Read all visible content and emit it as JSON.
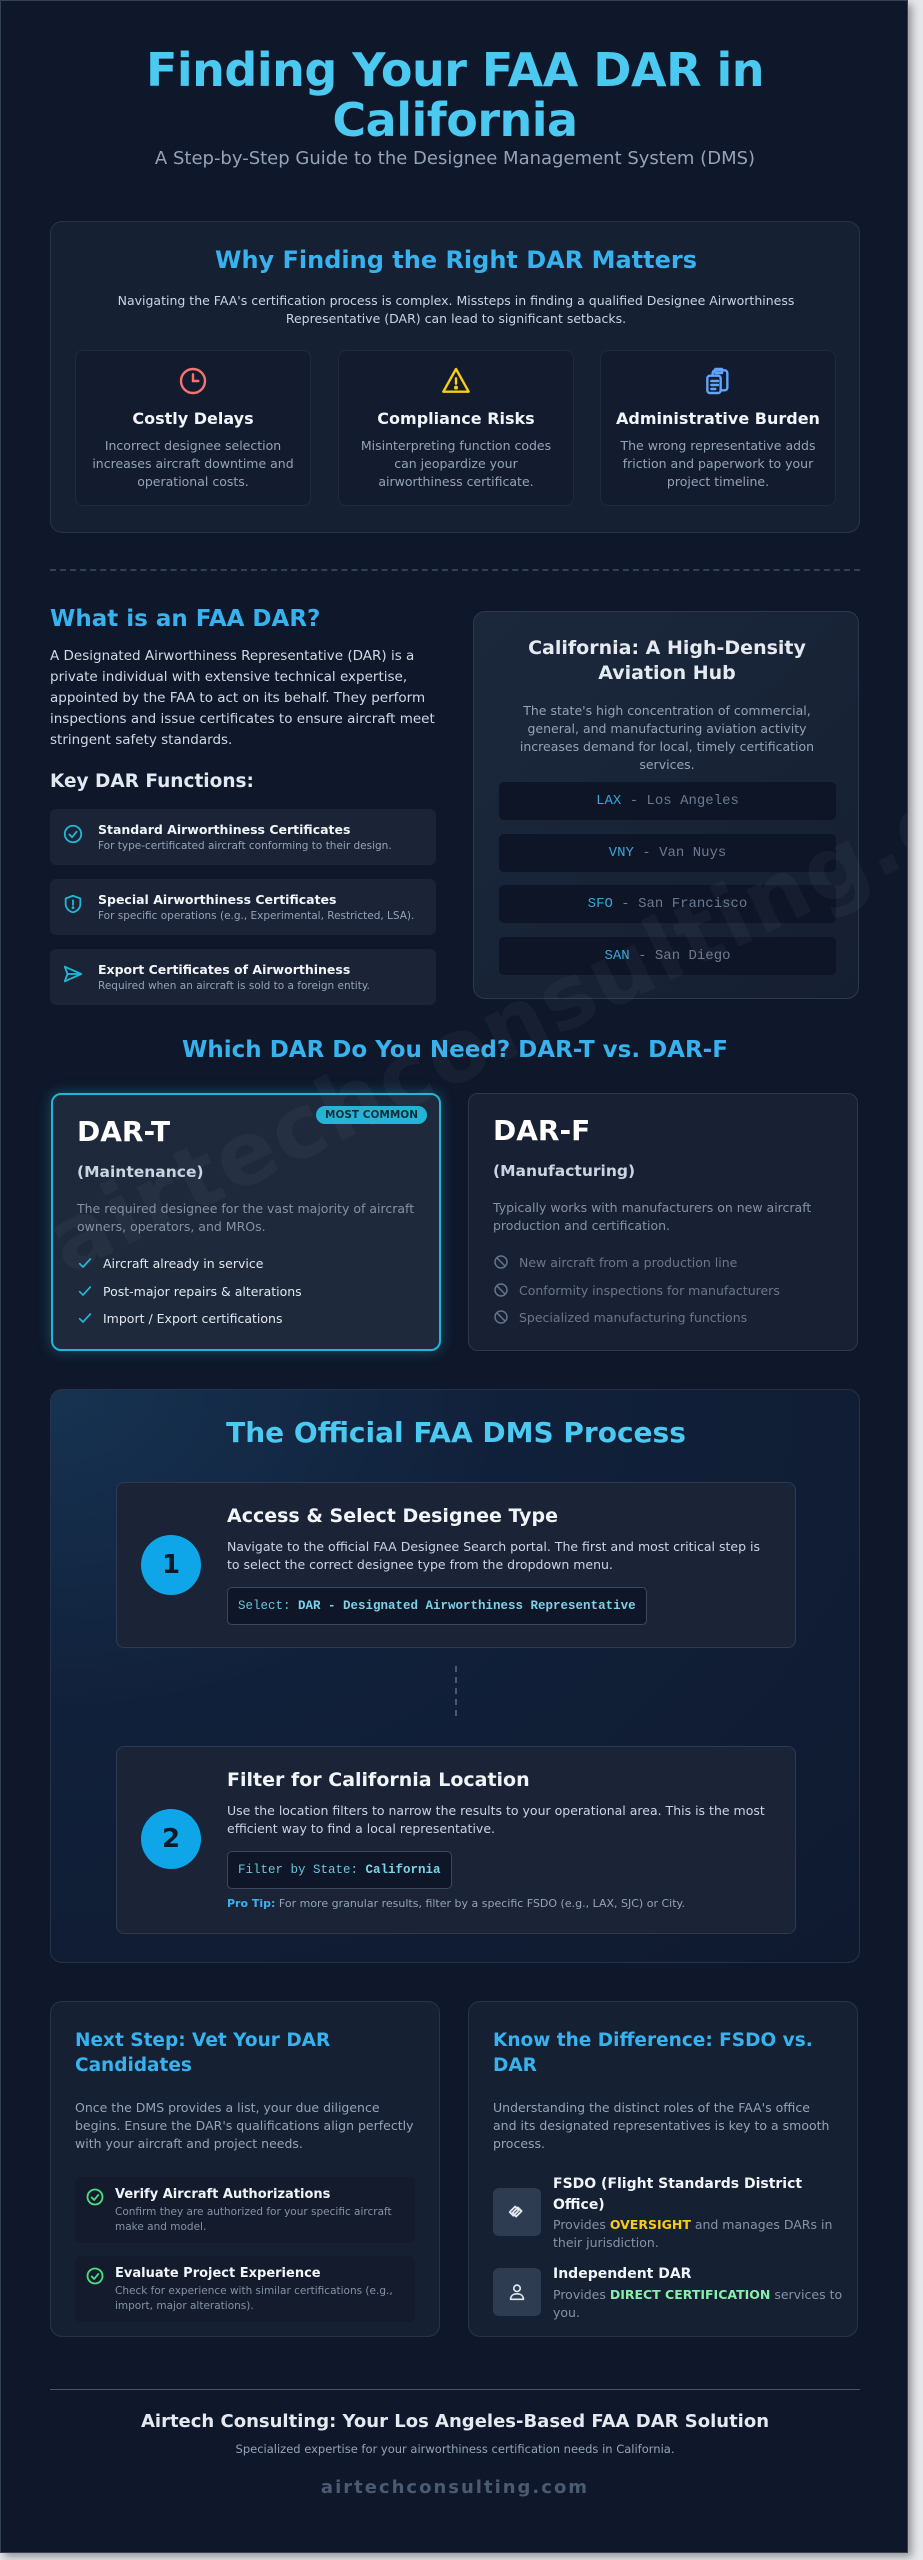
{
  "header": {
    "title": "Finding Your FAA DAR in California",
    "subtitle": "A Step-by-Step Guide to the Designee Management System (DMS)"
  },
  "why": {
    "title": "Why Finding the Right DAR Matters",
    "description": "Navigating the FAA's certification process is complex. Missteps in finding a qualified Designee Airworthiness Representative (DAR) can lead to significant setbacks.",
    "cards": [
      {
        "icon": "clock-icon",
        "color": "#f87171",
        "title": "Costly Delays",
        "text": "Incorrect designee selection increases aircraft downtime and operational costs."
      },
      {
        "icon": "warning-triangle-icon",
        "color": "#facc15",
        "title": "Compliance Risks",
        "text": "Misinterpreting function codes can jeopardize your airworthiness certificate."
      },
      {
        "icon": "clipboard-icon",
        "color": "#60a5fa",
        "title": "Administrative Burden",
        "text": "The wrong representative adds friction and paperwork to your project timeline."
      }
    ]
  },
  "what": {
    "title": "What is an FAA DAR?",
    "body": "A Designated Airworthiness Representative (DAR) is a private individual with extensive technical expertise, appointed by the FAA to act on its behalf. They perform inspections and issue certificates to ensure aircraft meet stringent safety standards.",
    "functions_title": "Key DAR Functions:",
    "functions": [
      {
        "icon": "check-circle-icon",
        "title": "Standard Airworthiness Certificates",
        "text": "For type-certificated aircraft conforming to their design."
      },
      {
        "icon": "shield-alert-icon",
        "title": "Special Airworthiness Certificates",
        "text": "For specific operations (e.g., Experimental, Restricted, LSA)."
      },
      {
        "icon": "send-icon",
        "title": "Export Certificates of Airworthiness",
        "text": "Required when an aircraft is sold to a foreign entity."
      }
    ]
  },
  "california": {
    "title": "California: A High-Density Aviation Hub",
    "description": "The state's high concentration of commercial, general, and manufacturing aviation activity increases demand for local, timely certification services.",
    "airports": [
      {
        "code": "LAX",
        "city": " - Los Angeles"
      },
      {
        "code": "VNY",
        "city": " - Van Nuys"
      },
      {
        "code": "SFO",
        "city": " - San Francisco"
      },
      {
        "code": "SAN",
        "city": " - San Diego"
      }
    ]
  },
  "which": {
    "title": "Which DAR Do You Need? DAR-T vs. DAR-F",
    "dar_t": {
      "badge": "MOST COMMON",
      "name": "DAR-T",
      "subtitle": "(Maintenance)",
      "description": "The required designee for the vast majority of aircraft owners, operators, and MROs.",
      "items": [
        "Aircraft already in service",
        "Post-major repairs & alterations",
        "Import / Export certifications"
      ]
    },
    "dar_f": {
      "name": "DAR-F",
      "subtitle": "(Manufacturing)",
      "description": "Typically works with manufacturers on new aircraft production and certification.",
      "items": [
        "New aircraft from a production line",
        "Conformity inspections for manufacturers",
        "Specialized manufacturing functions"
      ]
    }
  },
  "dms": {
    "title": "The Official FAA DMS Process",
    "steps": [
      {
        "number": "1",
        "title": "Access & Select Designee Type",
        "description": "Navigate to the official FAA Designee Search portal. The first and most critical step is to select the correct designee type from the dropdown menu.",
        "code_label": "Select: ",
        "code_value": "DAR - Designated Airworthiness Representative"
      },
      {
        "number": "2",
        "title": "Filter for California Location",
        "description": "Use the location filters to narrow the results to your operational area. This is the most efficient way to find a local representative.",
        "code_label": "Filter by State: ",
        "code_value": "California",
        "tip_label": "Pro Tip:",
        "tip_text": " For more granular results, filter by a specific FSDO (e.g., LAX, SJC) or City."
      }
    ]
  },
  "vet": {
    "title": "Next Step: Vet Your DAR Candidates",
    "description": "Once the DMS provides a list, your due diligence begins. Ensure the DAR's qualifications align perfectly with your aircraft and project needs.",
    "items": [
      {
        "title": "Verify Aircraft Authorizations",
        "text": "Confirm they are authorized for your specific aircraft make and model."
      },
      {
        "title": "Evaluate Project Experience",
        "text": "Check for experience with similar certifications (e.g., import, major alterations)."
      }
    ]
  },
  "difference": {
    "title": "Know the Difference: FSDO vs. DAR",
    "description": "Understanding the distinct roles of the FAA's office and its designated representatives is key to a smooth process.",
    "roles": [
      {
        "icon": "handshake-icon",
        "title": "FSDO (Flight Standards District Office)",
        "pre": "Provides ",
        "highlight": "OVERSIGHT",
        "post": " and manages DARs in their jurisdiction.",
        "highlight_color": "#facc15"
      },
      {
        "icon": "user-icon",
        "title": "Independent DAR",
        "pre": "Provides ",
        "highlight": "DIRECT CERTIFICATION",
        "post": " services to you.",
        "highlight_color": "#86efac"
      }
    ]
  },
  "footer": {
    "title": "Airtech Consulting: Your Los Angeles-Based FAA DAR Solution",
    "subtitle": "Specialized expertise for your airworthiness certification needs in California.",
    "url": "airtechconsulting.com"
  },
  "watermark": "airtechconsulting.com",
  "colors": {
    "background": "#0f172a",
    "accent": "#38b2ee",
    "accent_bright": "#4cc9f0",
    "teal": "#22b5d6",
    "step_circle": "#0ea5e9"
  }
}
